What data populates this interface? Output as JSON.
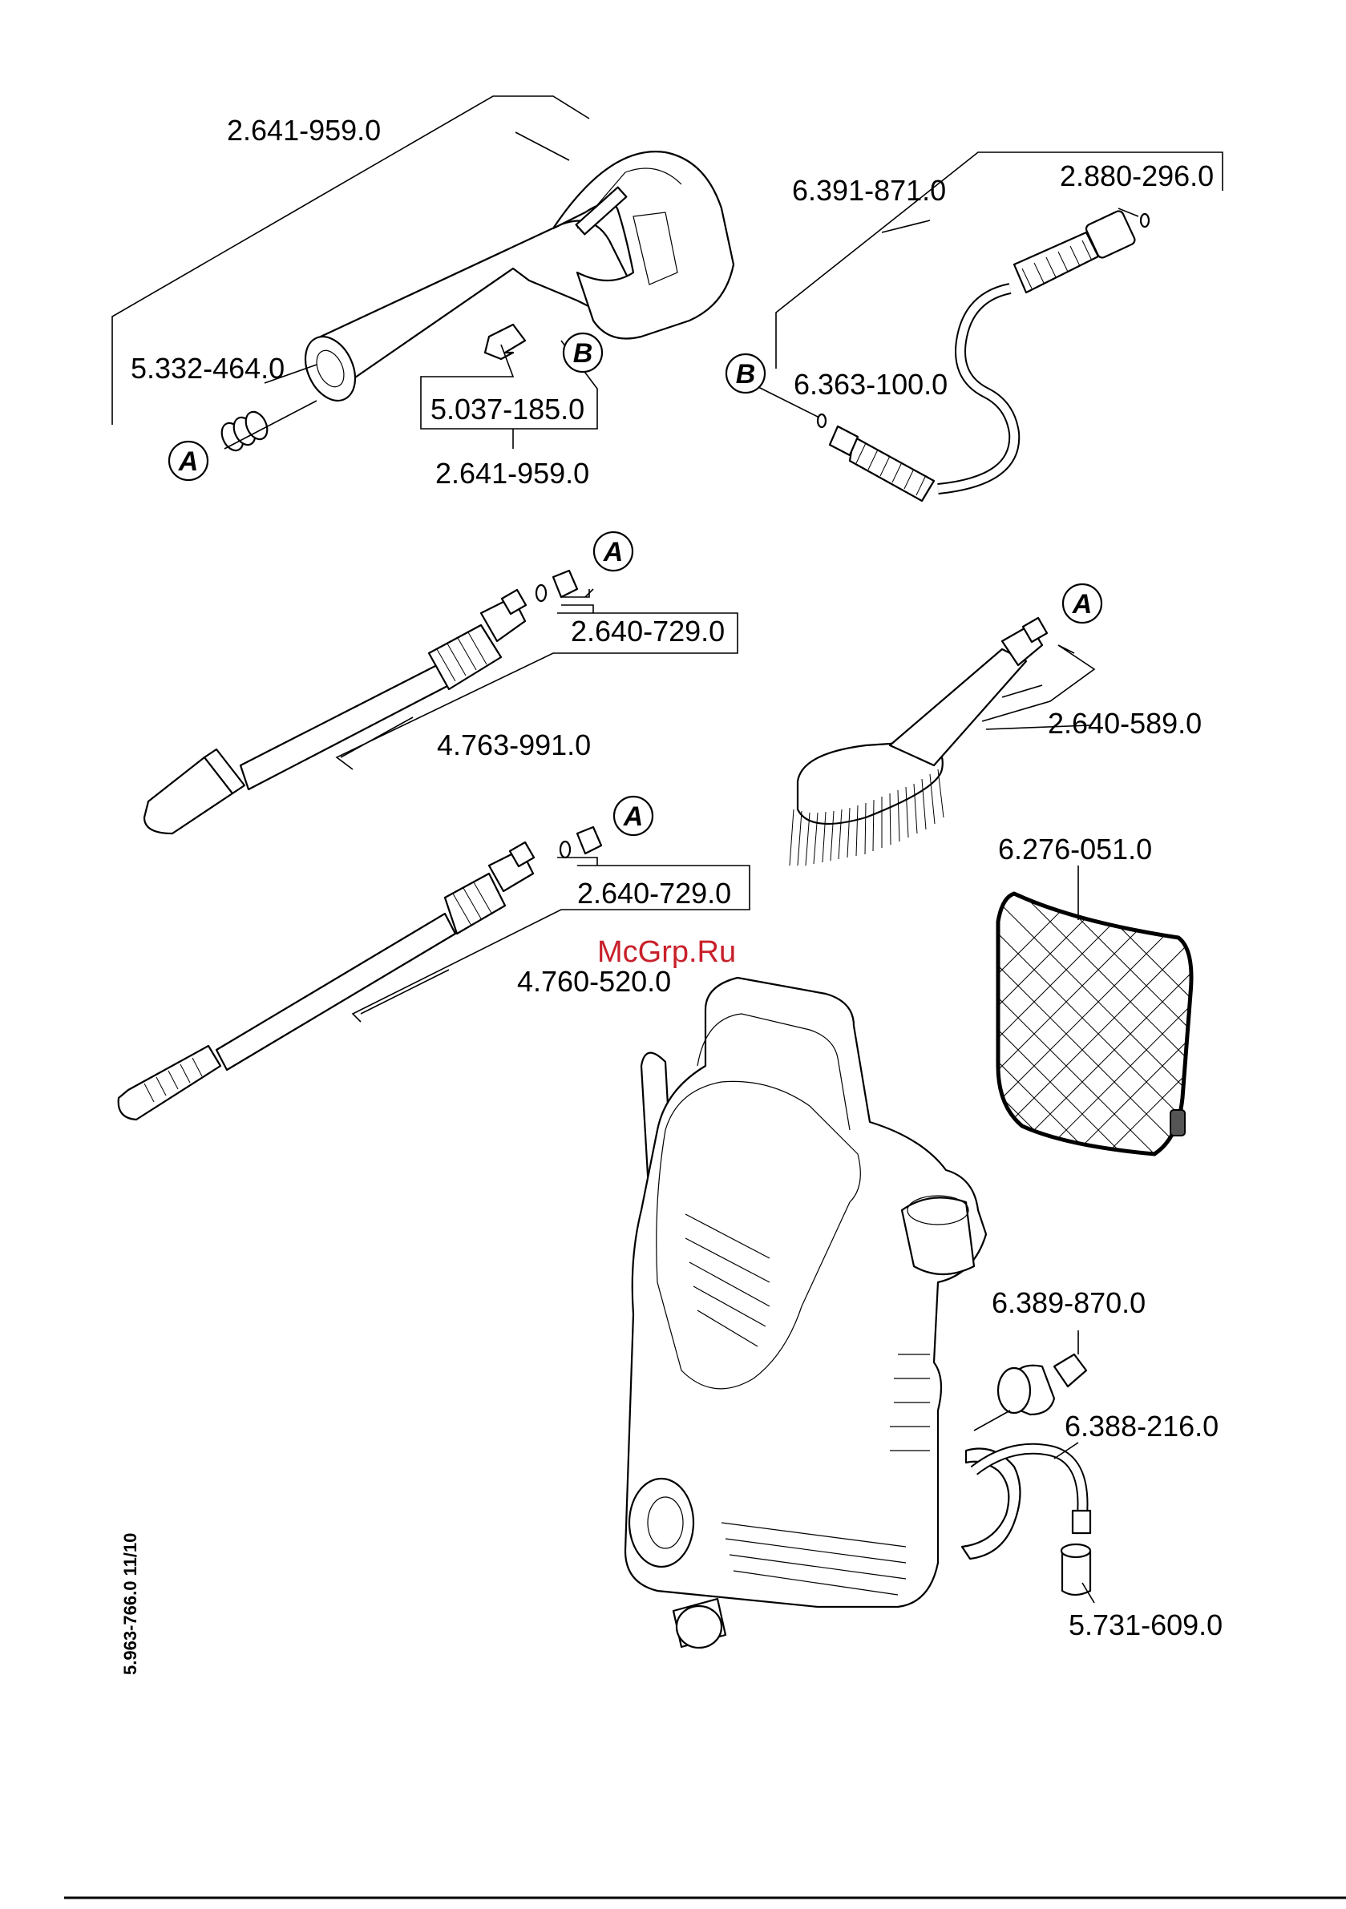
{
  "labels": {
    "gun_top": "2.641-959.0",
    "gun_oring": "5.332-464.0",
    "gun_clip": "5.037-185.0",
    "gun_bottom": "2.641-959.0",
    "hose": "6.391-871.0",
    "hose_seal": "2.880-296.0",
    "hose_oring": "6.363-100.0",
    "nozzle1": "2.640-729.0",
    "lance1": "4.763-991.0",
    "brush": "2.640-589.0",
    "nozzle2": "2.640-729.0",
    "lance2": "4.760-520.0",
    "filter": "6.276-051.0",
    "coupling": "6.389-870.0",
    "inlet_hose": "6.388-216.0",
    "sleeve": "5.731-609.0"
  },
  "callouts": {
    "a": "A",
    "b": "B"
  },
  "watermark": "McGrp.Ru",
  "doc_number": "5.963-766.0  11/10",
  "colors": {
    "watermark": "#c8202a",
    "line": "#000000"
  }
}
